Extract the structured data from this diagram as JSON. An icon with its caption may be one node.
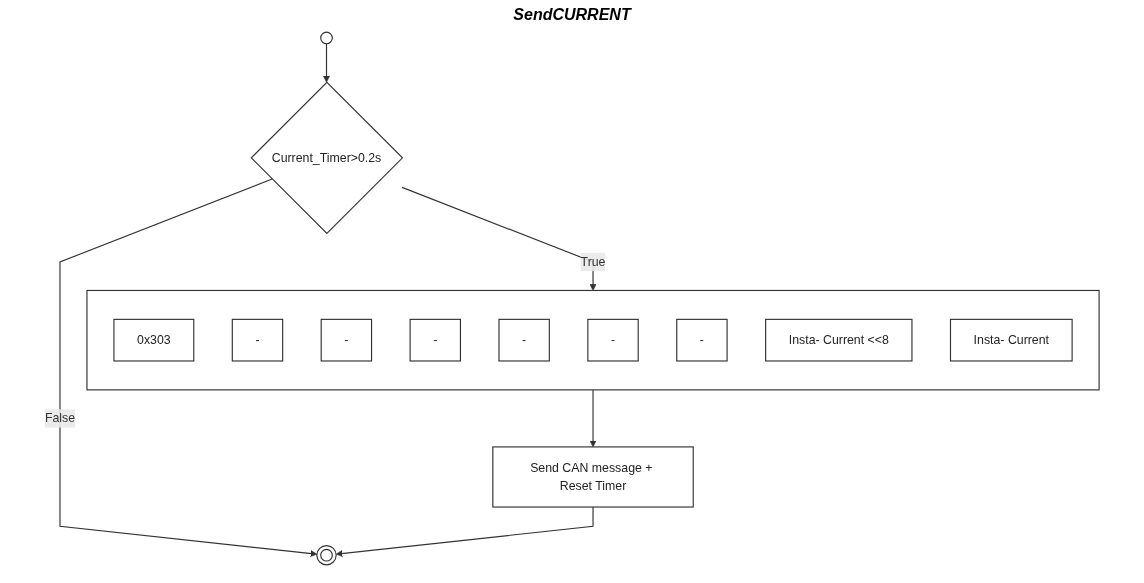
{
  "diagram": {
    "title": "SendCURRENT",
    "nodes": [
      {
        "text": [],
        "shape": "circle"
      },
      {
        "text": [
          "Current_Timer>0.2s"
        ]
      },
      {
        "text": [],
        "shape": "bar"
      },
      {
        "text": [
          "0x303"
        ],
        "in": 2
      },
      {
        "text": [
          "-"
        ],
        "in": 2
      },
      {
        "text": [
          "-"
        ],
        "in": 2
      },
      {
        "text": [
          "-"
        ],
        "in": 2
      },
      {
        "text": [
          "-"
        ],
        "in": 2
      },
      {
        "text": [
          "-"
        ],
        "in": 2
      },
      {
        "text": [
          "-"
        ],
        "in": 2
      },
      {
        "text": [
          "Insta- Current <<8"
        ],
        "in": 2
      },
      {
        "text": [
          "Insta- Current"
        ],
        "in": 2
      },
      {
        "text": [
          "Send CAN message + Reset Timer"
        ]
      },
      {
        "text": [],
        "shape": "circle"
      }
    ],
    "edges": [
      {
        "from": 0,
        "to": 1,
        "arrow": "to"
      },
      {
        "from": 1,
        "to": 13,
        "arrow": "to",
        "label": "False"
      },
      {
        "from": 1,
        "to": 2,
        "arrow": "to",
        "label": "True"
      },
      {
        "from": 2,
        "to": 12,
        "arrow": "to"
      },
      {
        "from": 12,
        "to": 13,
        "arrow": "to"
      }
    ]
  }
}
